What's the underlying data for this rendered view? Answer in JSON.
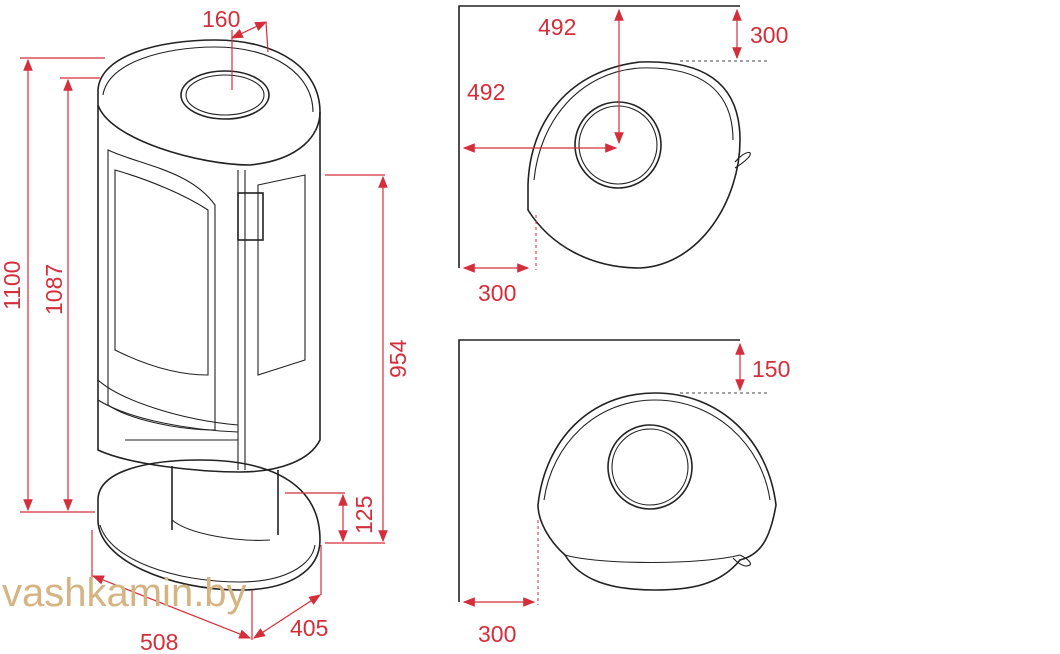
{
  "dimensions": {
    "front": {
      "height_total": "1100",
      "height_body": "1087",
      "top_flue_offset": "160",
      "door_height": "954",
      "base_height": "125",
      "base_depth": "508",
      "base_width": "405"
    },
    "top_view_corner": {
      "side_clearance": "492",
      "back_to_flue": "492",
      "back_clearance": "300",
      "side_wall_clearance": "300"
    },
    "top_view_parallel": {
      "back_clearance": "150",
      "side_clearance": "300"
    }
  },
  "watermark": "vashkamin.by",
  "colors": {
    "dimension": "#d42e3a",
    "outline": "#222222",
    "watermark": "#d4b483"
  }
}
